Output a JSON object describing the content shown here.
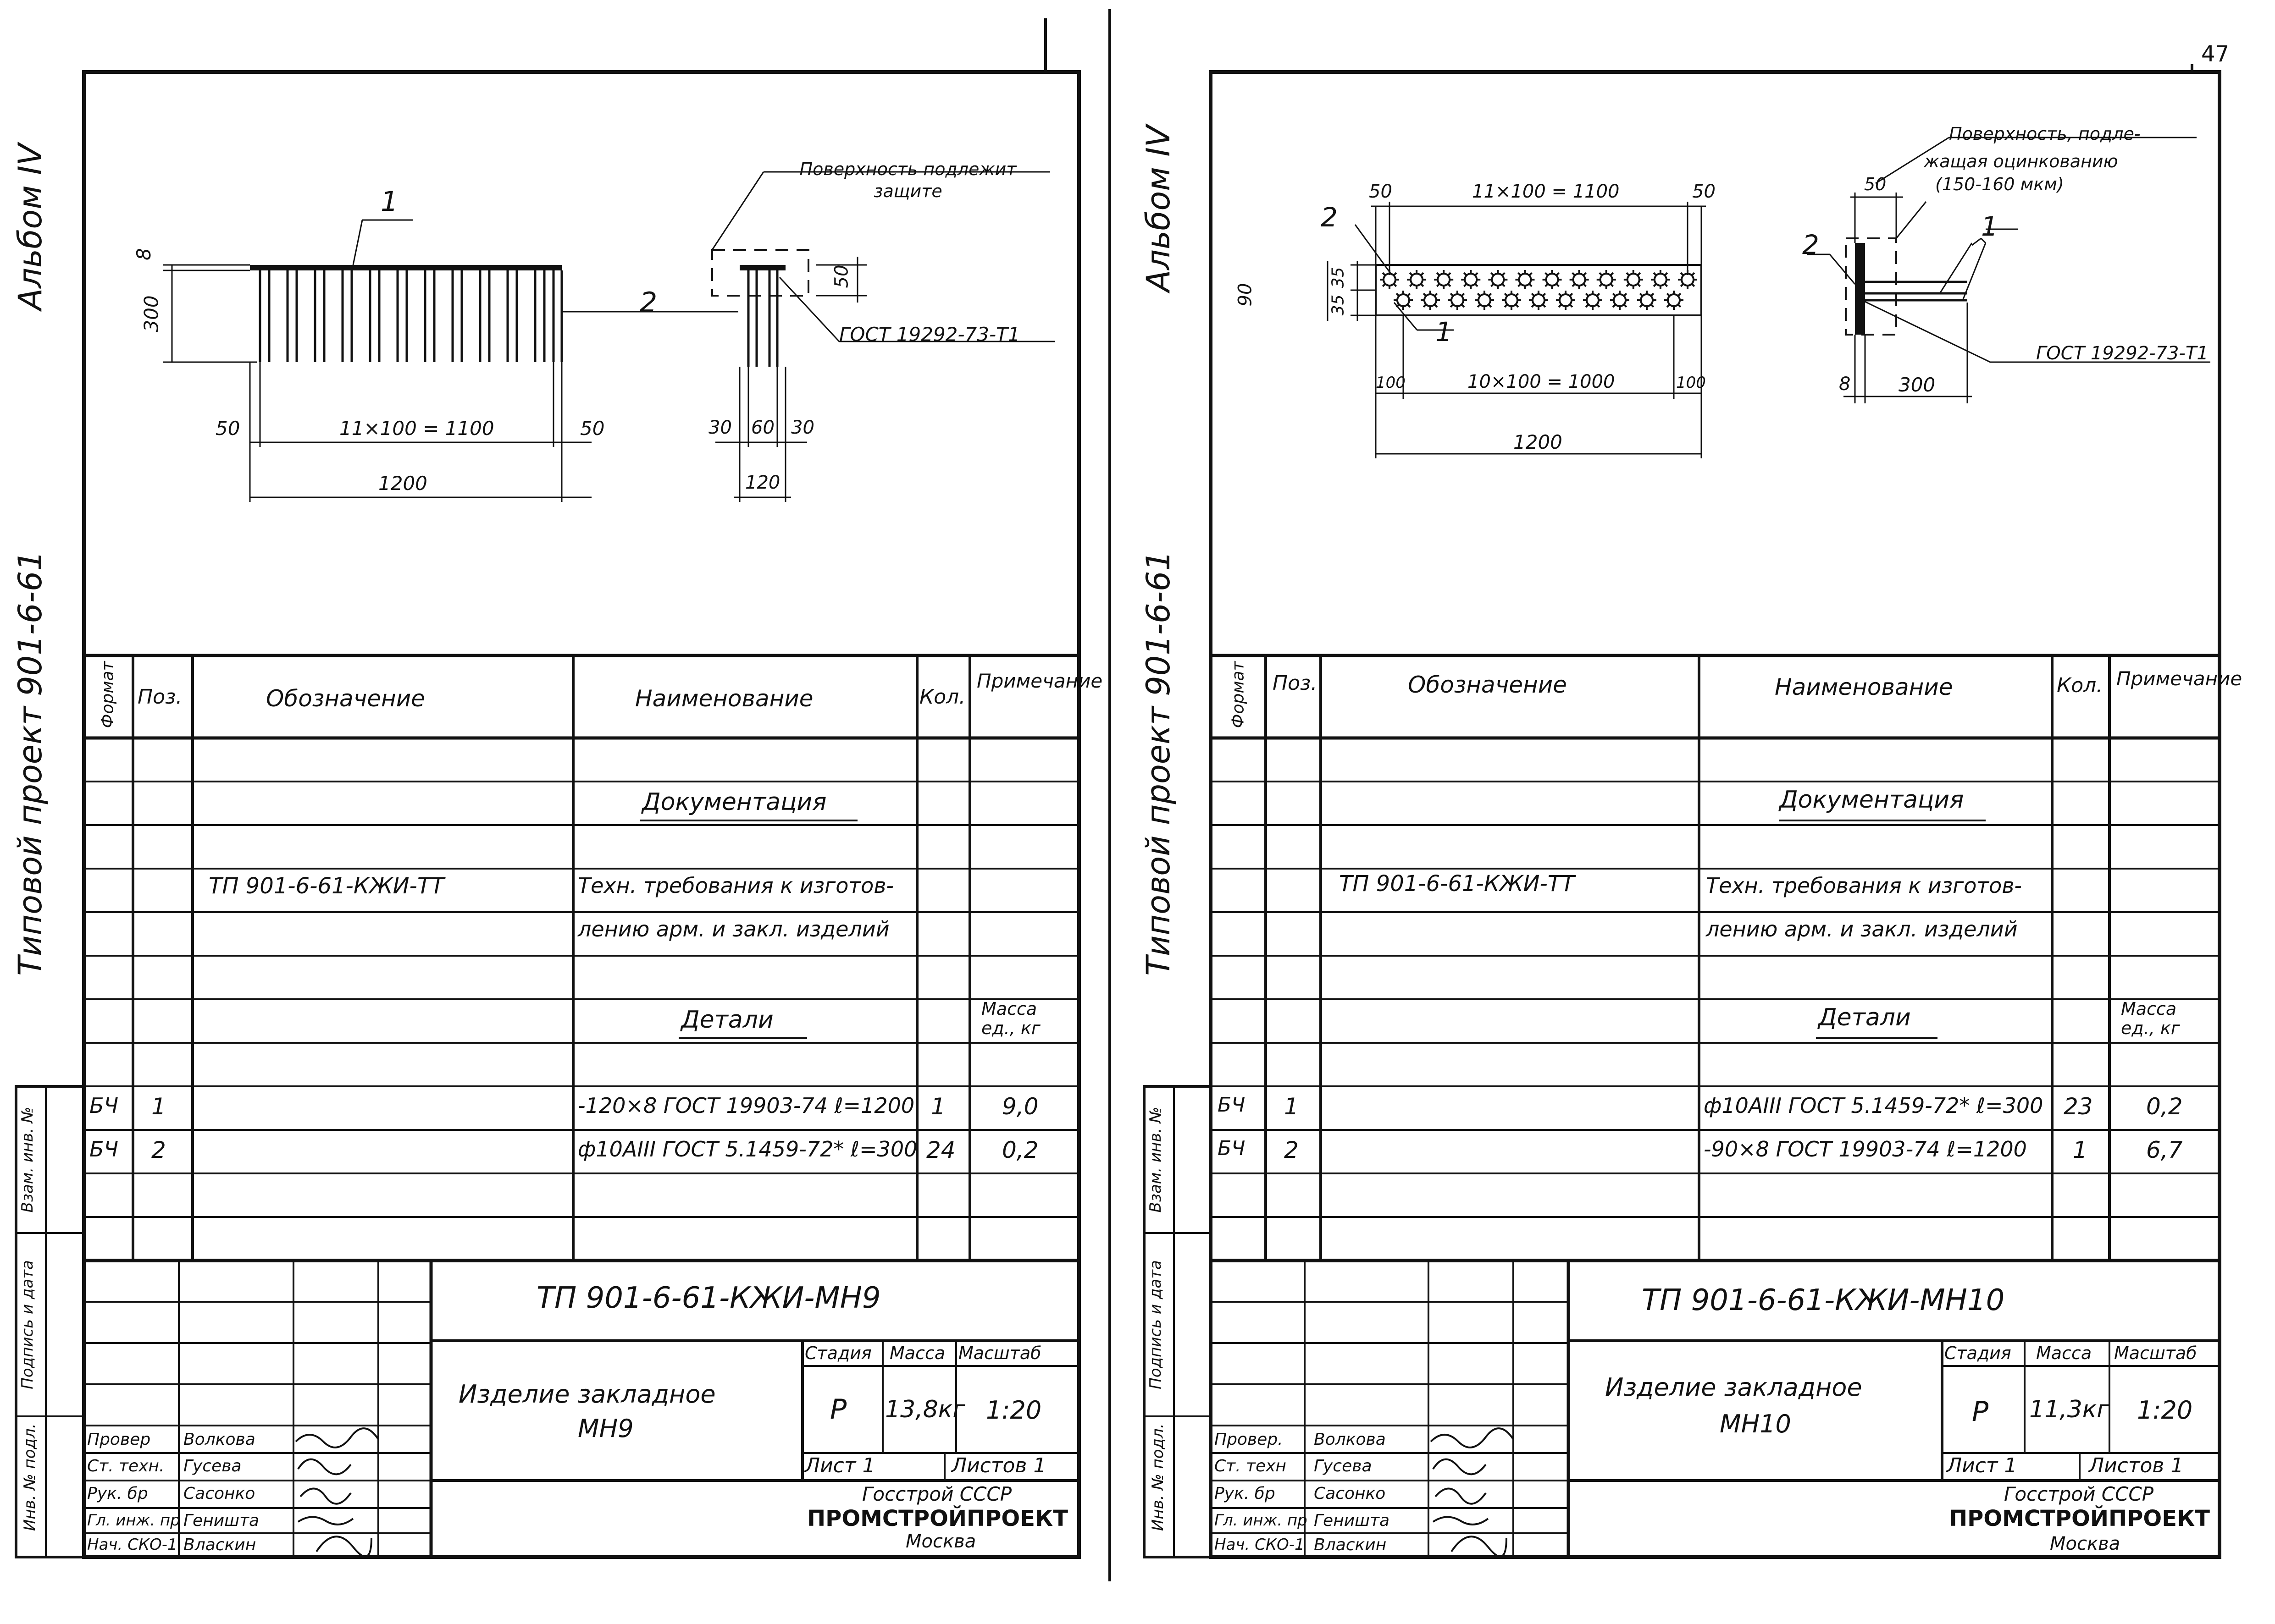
{
  "page_number": "47",
  "sheets": [
    {
      "id": "mh9",
      "sidebar": {
        "album": "Альбом IV",
        "project": "Типовой проект 901-6-61"
      },
      "drawing": {
        "pos1": "1",
        "pos2": "2",
        "dim_plate_thickness": "8",
        "dim_height": "300",
        "dim_pitch": "11×100 = 1100",
        "dim_end_left": "50",
        "dim_end_right": "50",
        "dim_total": "1200",
        "note_surface": "Поверхность подлежит защите",
        "gost_weld": "ГОСТ 19292-73-Т1",
        "dim_side_50": "50",
        "dim_side_30a": "30",
        "dim_side_60": "60",
        "dim_side_30b": "30",
        "dim_side_120": "120"
      },
      "spec": {
        "headers": {
          "format": "Формат",
          "pos": "Поз.",
          "designation": "Обозначение",
          "name": "Наименование",
          "qty": "Кол.",
          "note": "Примечание"
        },
        "doc_section": "Документация",
        "doc_ref": "ТП 901-6-61-КЖИ-ТТ",
        "doc_name_1": "Техн. требования к изготов-",
        "doc_name_2": "лению арм. и закл. изделий",
        "details_section": "Детали",
        "mass_header": "Масса ед., кг",
        "rows": [
          {
            "format": "БЧ",
            "pos": "1",
            "name": "-120×8 ГОСТ 19903-74 ℓ=1200",
            "qty": "1",
            "mass": "9,0"
          },
          {
            "format": "БЧ",
            "pos": "2",
            "name": "ф10АIII ГОСТ 5.1459-72* ℓ=300",
            "qty": "24",
            "mass": "0,2"
          }
        ]
      },
      "left_strip": [
        "Инв. № подл.",
        "Подпись и дата",
        "Взам. инв. №"
      ],
      "title_block": {
        "code": "ТП 901-6-61-КЖИ-МН9",
        "item_name_1": "Изделие закладное",
        "item_name_2": "МН9",
        "stage_label": "Стадия",
        "mass_label": "Масса",
        "scale_label": "Масштаб",
        "stage": "Р",
        "mass": "13,8кг",
        "scale": "1:20",
        "sheet_label": "Лист 1",
        "sheets_label": "Листов 1",
        "org_1": "Госстрой СССР",
        "org_2": "ПРОМСТРОЙПРОЕКТ",
        "org_3": "Москва",
        "roles": [
          {
            "role": "Провер",
            "name": "Волкова"
          },
          {
            "role": "Ст. техн.",
            "name": "Гусева"
          },
          {
            "role": "Рук. бр",
            "name": "Сасонко"
          },
          {
            "role": "Гл. инж. пр",
            "name": "Геништа"
          },
          {
            "role": "Нач. СКО-1",
            "name": "Власкин"
          }
        ]
      }
    },
    {
      "id": "mh10",
      "sidebar": {
        "album": "Альбом IV",
        "project": "Типовой проект 901-6-61"
      },
      "drawing": {
        "pos1": "1",
        "pos2": "2",
        "dim_pitch_top": "11×100 = 1100",
        "dim_end_left": "50",
        "dim_end_right": "50",
        "dim_height": "90",
        "dim_35a": "35",
        "dim_35b": "35",
        "dim_pitch_bottom": "10×100 = 1000",
        "dim_100a": "100",
        "dim_100b": "100",
        "dim_total": "1200",
        "note_surface_1": "Поверхность, подле-",
        "note_surface_2": "жащая оцинкованию",
        "note_surface_3": "(150-160 мкм)",
        "gost_weld": "ГОСТ 19292-73-Т1",
        "dim_side_50": "50",
        "dim_side_8": "8",
        "dim_side_300": "300"
      },
      "spec": {
        "headers": {
          "format": "Формат",
          "pos": "Поз.",
          "designation": "Обозначение",
          "name": "Наименование",
          "qty": "Кол.",
          "note": "Примечание"
        },
        "doc_section": "Документация",
        "doc_ref": "ТП 901-6-61-КЖИ-ТТ",
        "doc_name_1": "Техн. требования к изготов-",
        "doc_name_2": "лению арм. и закл. изделий",
        "details_section": "Детали",
        "mass_header": "Масса ед., кг",
        "rows": [
          {
            "format": "БЧ",
            "pos": "1",
            "name": "ф10АIII ГОСТ 5.1459-72* ℓ=300",
            "qty": "23",
            "mass": "0,2"
          },
          {
            "format": "БЧ",
            "pos": "2",
            "name": "-90×8 ГОСТ 19903-74 ℓ=1200",
            "qty": "1",
            "mass": "6,7"
          }
        ]
      },
      "left_strip": [
        "Инв. № подл.",
        "Подпись и дата",
        "Взам. инв. №"
      ],
      "title_block": {
        "code": "ТП 901-6-61-КЖИ-МН10",
        "item_name_1": "Изделие закладное",
        "item_name_2": "МН10",
        "stage_label": "Стадия",
        "mass_label": "Масса",
        "scale_label": "Масштаб",
        "stage": "Р",
        "mass": "11,3кг",
        "scale": "1:20",
        "sheet_label": "Лист 1",
        "sheets_label": "Листов 1",
        "org_1": "Госстрой СССР",
        "org_2": "ПРОМСТРОЙПРОЕКТ",
        "org_3": "Москва",
        "roles": [
          {
            "role": "Провер.",
            "name": "Волкова"
          },
          {
            "role": "Ст. техн",
            "name": "Гусева"
          },
          {
            "role": "Рук. бр",
            "name": "Сасонко"
          },
          {
            "role": "Гл. инж. пр",
            "name": "Геништа"
          },
          {
            "role": "Нач. СКО-1",
            "name": "Власкин"
          }
        ]
      }
    }
  ]
}
